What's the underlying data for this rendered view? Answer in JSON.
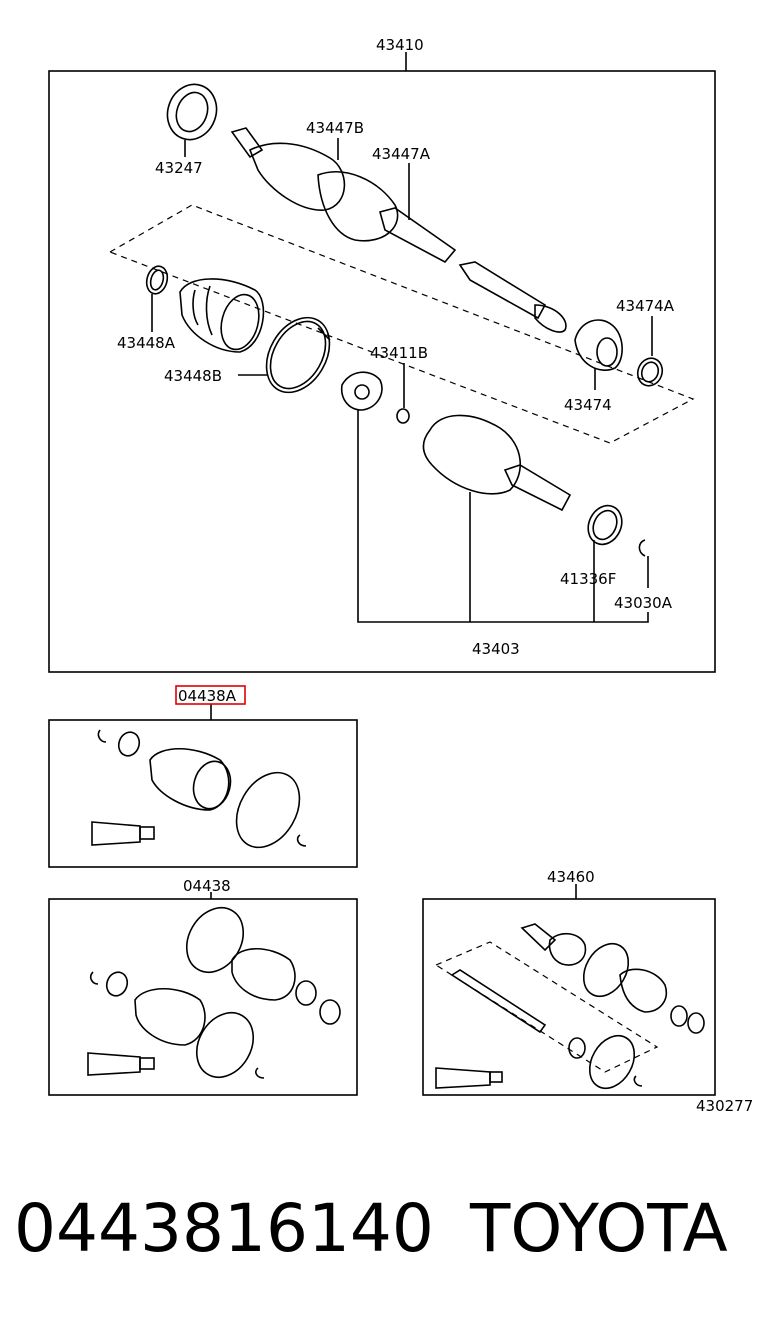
{
  "diagram": {
    "labels": {
      "assembly_top": "43410",
      "ring_43247": "43247",
      "boot_43447B": "43447B",
      "boot_43447A": "43447A",
      "clamp_43448A": "43448A",
      "clamp_43448B": "43448B",
      "spider_43411B": "43411B",
      "bearing_43474A": "43474A",
      "bearing_43474": "43474",
      "seal_41336F": "41336F",
      "clip_43030A": "43030A",
      "joint_43403": "43403",
      "kit_04438A": "04438A",
      "kit_04438": "04438",
      "kit_43460": "43460",
      "ref_code": "430277"
    },
    "highlight_color": "#e00000"
  },
  "footer": {
    "part_number": "0443816140",
    "brand": "TOYOTA"
  }
}
